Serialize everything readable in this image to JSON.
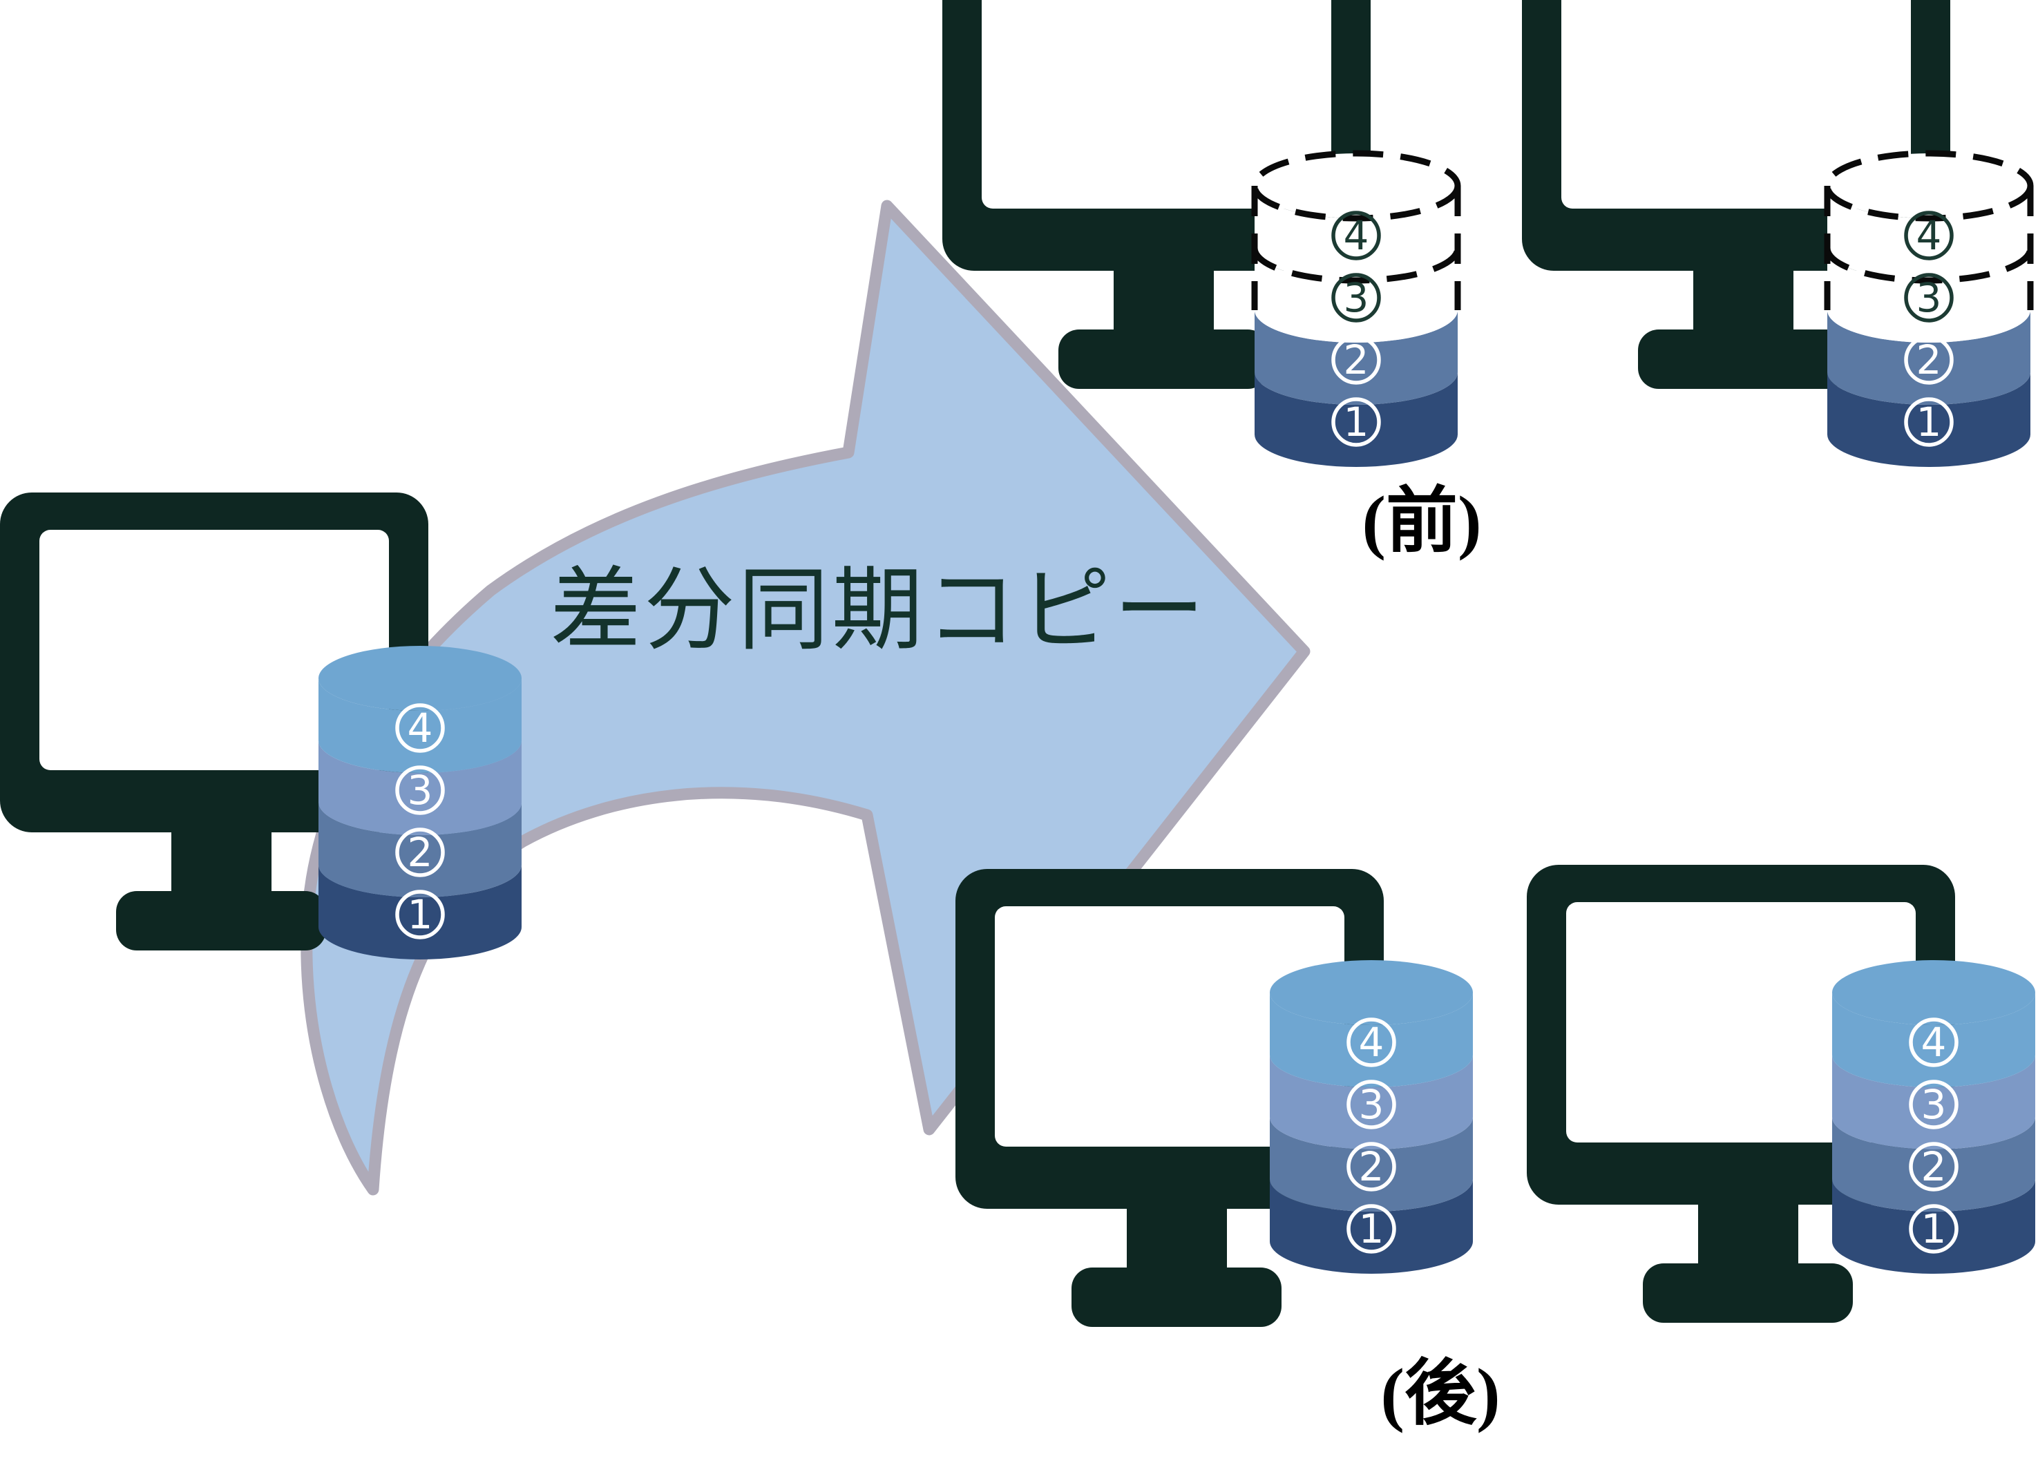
{
  "diagram": {
    "arrow_label": "差分同期コピー",
    "arrow_direction": "left-to-right",
    "stage_labels": {
      "before": "(前)",
      "after": "(後)"
    }
  },
  "colors": {
    "monitor_dark": "#0e2722",
    "screen_white": "#ffffff",
    "arrow_fill": "#abc7e6",
    "arrow_outline": "#aeaab8",
    "arrow_text": "#14332c",
    "dashed_outline": "#0a0a0a",
    "pending_number": "#1c3b33",
    "synced_number": "#ffffff",
    "label_text": "#000000",
    "layer_colors": {
      "4": "#6fa6d1",
      "3": "#7d99c6",
      "2": "#5b79a3",
      "1": "#2f4b78"
    }
  },
  "databases": {
    "source": {
      "role": "source-database",
      "layers": [
        {
          "number": "4",
          "state": "synced"
        },
        {
          "number": "3",
          "state": "synced"
        },
        {
          "number": "2",
          "state": "synced"
        },
        {
          "number": "1",
          "state": "synced"
        }
      ]
    },
    "replica_before_1": {
      "role": "replica-database-before",
      "layers": [
        {
          "number": "4",
          "state": "missing"
        },
        {
          "number": "3",
          "state": "missing"
        },
        {
          "number": "2",
          "state": "synced"
        },
        {
          "number": "1",
          "state": "synced"
        }
      ]
    },
    "replica_before_2": {
      "role": "replica-database-before",
      "layers": [
        {
          "number": "4",
          "state": "missing"
        },
        {
          "number": "3",
          "state": "missing"
        },
        {
          "number": "2",
          "state": "synced"
        },
        {
          "number": "1",
          "state": "synced"
        }
      ]
    },
    "replica_after_1": {
      "role": "replica-database-after",
      "layers": [
        {
          "number": "4",
          "state": "synced"
        },
        {
          "number": "3",
          "state": "synced"
        },
        {
          "number": "2",
          "state": "synced"
        },
        {
          "number": "1",
          "state": "synced"
        }
      ]
    },
    "replica_after_2": {
      "role": "replica-database-after",
      "layers": [
        {
          "number": "4",
          "state": "synced"
        },
        {
          "number": "3",
          "state": "synced"
        },
        {
          "number": "2",
          "state": "synced"
        },
        {
          "number": "1",
          "state": "synced"
        }
      ]
    }
  }
}
